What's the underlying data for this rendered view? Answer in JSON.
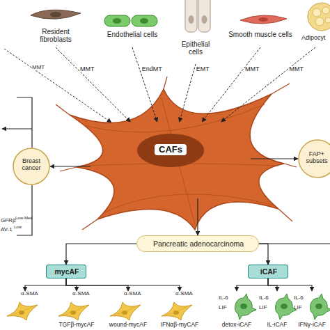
{
  "diagram": {
    "nodes": [
      {
        "text": [
          "Resident fibroblasts"
        ]
      },
      {
        "text": [
          "Endothelial cells"
        ]
      },
      {
        "text": [
          "Epithelial cells"
        ]
      },
      {
        "text": [
          "Smooth muscle cells"
        ]
      },
      {
        "text": [
          "Adipocyt"
        ]
      },
      {
        "text": [
          "CAFs"
        ]
      },
      {
        "text": [
          "Breast cancer"
        ]
      },
      {
        "text": [
          "FAP+ subsets"
        ]
      },
      {
        "text": [
          "Pancreatic adenocarcinoma"
        ]
      },
      {
        "text": [
          "mycAF"
        ]
      },
      {
        "text": [
          "iCAF"
        ]
      },
      {
        "text": [
          "α-SMA"
        ]
      },
      {
        "text": [
          "α-SMA",
          "TGFβ-mycAF"
        ]
      },
      {
        "text": [
          "α-SMA",
          "wound-mycAF"
        ]
      },
      {
        "text": [
          "α-SMA",
          "IFNαβ-myCAF"
        ]
      },
      {
        "text": [
          "IL-6",
          "LIF",
          "detox-iCAF"
        ]
      },
      {
        "text": [
          "IL-6",
          "LIF",
          "IL-iCAF"
        ]
      },
      {
        "text": [
          "IL-6",
          "LIF",
          "IFNγ-iCAF"
        ]
      }
    ],
    "edges": [
      {
        "from": 0,
        "to": 5,
        "label": "MMT",
        "arrow": "to"
      },
      {
        "from": 1,
        "to": 5,
        "label": "EndMT",
        "arrow": "to"
      },
      {
        "from": 2,
        "to": 5,
        "label": "EMT",
        "arrow": "to"
      },
      {
        "from": 3,
        "to": 5,
        "label": "MMT",
        "arrow": "to"
      },
      {
        "from": 4,
        "to": 5,
        "label": "MMT",
        "arrow": "to"
      },
      {
        "from": 5,
        "to": 6,
        "arrow": "to"
      },
      {
        "from": 5,
        "to": 7,
        "arrow": "to"
      },
      {
        "from": 5,
        "to": 8,
        "arrow": "to"
      },
      {
        "from": 8,
        "to": 9,
        "arrow": "to"
      },
      {
        "from": 8,
        "to": 10,
        "arrow": "to"
      },
      {
        "from": 9,
        "to": 11,
        "arrow": "to"
      },
      {
        "from": 9,
        "to": 12,
        "arrow": "to"
      },
      {
        "from": 9,
        "to": 13,
        "arrow": "to"
      },
      {
        "from": 9,
        "to": 14,
        "arrow": "to"
      },
      {
        "from": 10,
        "to": 15,
        "arrow": "to"
      },
      {
        "from": 10,
        "to": 16,
        "arrow": "to"
      },
      {
        "from": 10,
        "to": 17,
        "arrow": "to"
      }
    ],
    "labels": [
      "MMT",
      "GFRβ",
      "Low-Med",
      "AV-1",
      "Low"
    ]
  }
}
